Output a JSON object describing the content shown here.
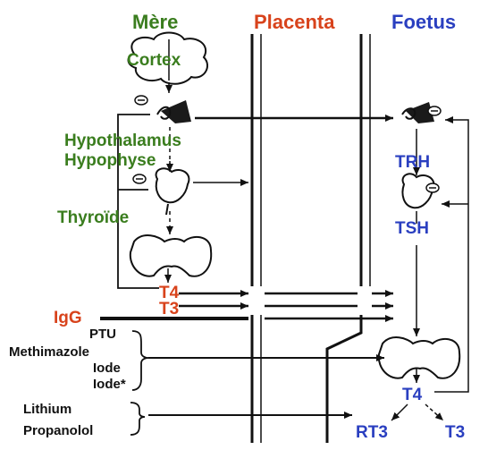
{
  "headers": {
    "mother": "Mère",
    "placenta": "Placenta",
    "fetus": "Foetus"
  },
  "mother": {
    "cortex": "Cortex",
    "hypothalamus": "Hypothalamus",
    "hypophyse": "Hypophyse",
    "thyroide": "Thyroïde",
    "t4": "T4",
    "t3": "T3",
    "igg": "IgG"
  },
  "fetus": {
    "trh": "TRH",
    "tsh": "TSH",
    "t4": "T4",
    "rt3": "RT3",
    "t3": "T3"
  },
  "drugs": {
    "group1": [
      "PTU",
      "Methimazole",
      "Iode",
      "Iode*"
    ],
    "group2": [
      "Lithium",
      "Propanolol"
    ]
  },
  "colors": {
    "mother": "#3a7d1e",
    "placenta": "#d8431c",
    "fetus": "#2a3fc0",
    "lines": "#111111"
  },
  "icons": [
    "brain-icon",
    "hypothalamus-icon",
    "pituitary-icon",
    "thyroid-icon",
    "inhibition-sign-icon"
  ]
}
